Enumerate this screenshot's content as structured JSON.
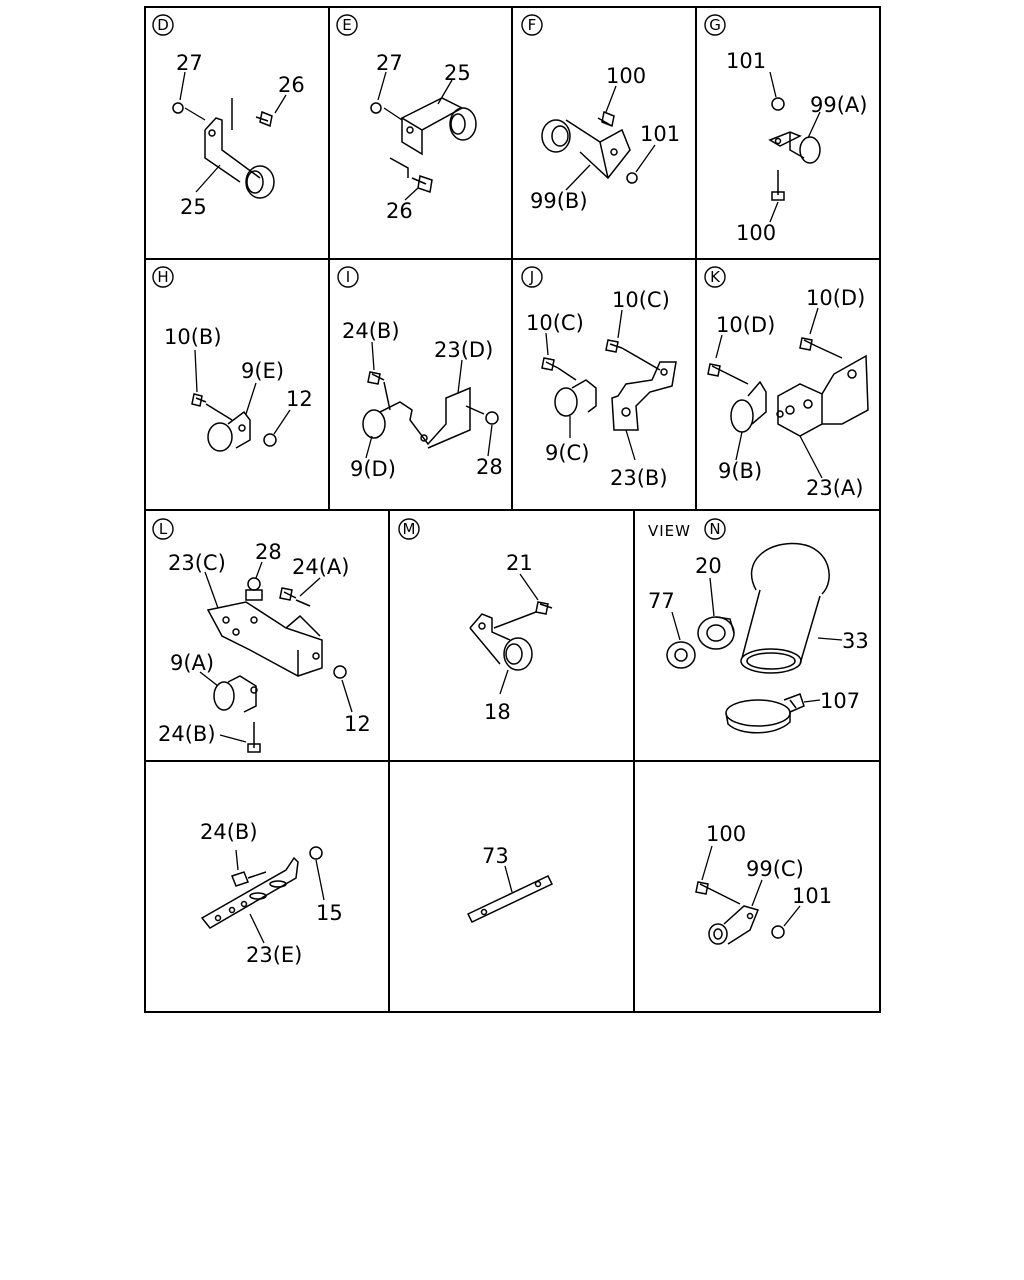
{
  "view_prefix": "VIEW",
  "panels": [
    {
      "id": "D",
      "labels": {
        "a": "27",
        "b": "26",
        "c": "25"
      }
    },
    {
      "id": "E",
      "labels": {
        "a": "27",
        "b": "25",
        "c": "26"
      }
    },
    {
      "id": "F",
      "labels": {
        "a": "100",
        "b": "101",
        "c": "99(B)"
      }
    },
    {
      "id": "G",
      "labels": {
        "a": "101",
        "b": "99(A)",
        "c": "100"
      }
    },
    {
      "id": "H",
      "labels": {
        "a": "10(B)",
        "b": "9(E)",
        "c": "12"
      }
    },
    {
      "id": "I",
      "labels": {
        "a": "24(B)",
        "b": "23(D)",
        "c": "9(D)",
        "d": "28"
      }
    },
    {
      "id": "J",
      "labels": {
        "a": "10(C)",
        "b": "10(C)",
        "c": "9(C)",
        "d": "23(B)"
      }
    },
    {
      "id": "K",
      "labels": {
        "a": "10(D)",
        "b": "10(D)",
        "c": "9(B)",
        "d": "23(A)"
      }
    },
    {
      "id": "L",
      "labels": {
        "a": "23(C)",
        "b": "28",
        "c": "24(A)",
        "d": "9(A)",
        "e": "12",
        "f": "24(B)"
      }
    },
    {
      "id": "M",
      "labels": {
        "a": "21",
        "b": "18"
      }
    },
    {
      "id": "N",
      "labels": {
        "a": "20",
        "b": "77",
        "c": "33",
        "d": "107"
      }
    },
    {
      "id": "",
      "labels": {
        "a": "24(B)",
        "b": "15",
        "c": "23(E)"
      }
    },
    {
      "id": "",
      "labels": {
        "a": "73"
      }
    },
    {
      "id": "",
      "labels": {
        "a": "100",
        "b": "99(C)",
        "c": "101"
      }
    }
  ]
}
